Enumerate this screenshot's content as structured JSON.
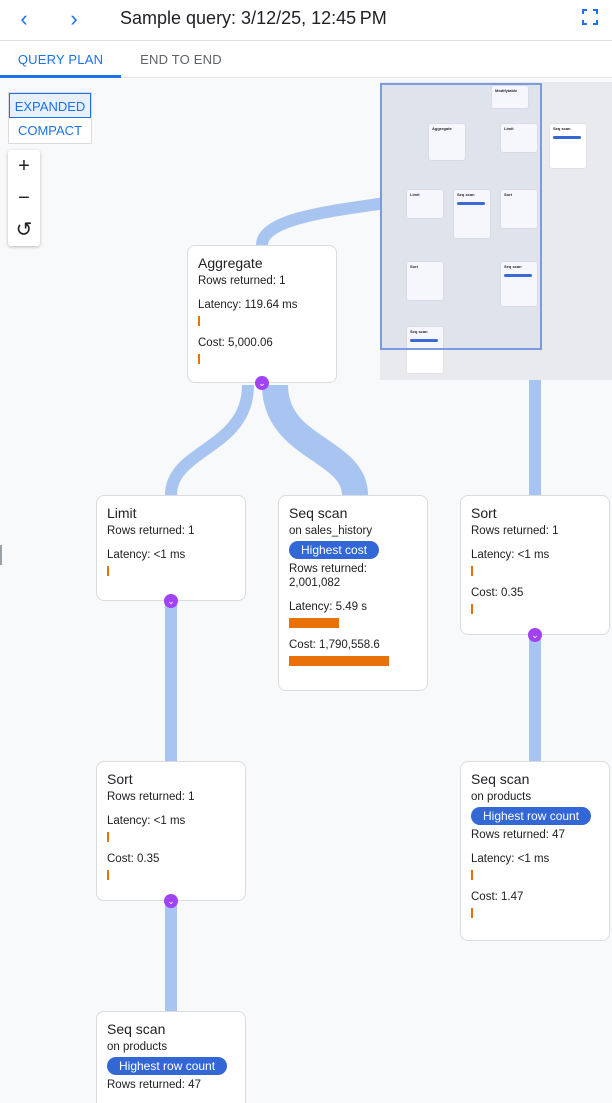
{
  "header": {
    "back_icon": "chevron-left-icon",
    "forward_icon": "chevron-right-icon",
    "title": "Sample query: 3/12/25, 12:45 PM",
    "fullscreen_icon": "fullscreen-icon"
  },
  "tabs": [
    {
      "label": "QUERY PLAN",
      "active": true
    },
    {
      "label": "END TO END",
      "active": false
    }
  ],
  "view_toggle": {
    "expanded": "EXPANDED",
    "compact": "COMPACT",
    "selected": "EXPANDED"
  },
  "zoom_controls": {
    "zoom_in": "+",
    "zoom_out": "−",
    "reset": "↺"
  },
  "colors": {
    "accent": "#1a73e8",
    "badge": "#3367d6",
    "bar": "#e8710a",
    "edge": "#a8c4f0",
    "chevron": "#a142f4"
  },
  "nodes": [
    {
      "id": "aggregate",
      "title": "Aggregate",
      "rows": "Rows returned: 1",
      "latency": "Latency: 119.64 ms",
      "latency_frac": 0.01,
      "cost": "Cost: 5,000.06",
      "cost_frac": 0.01
    },
    {
      "id": "limit",
      "title": "Limit",
      "rows": "Rows returned: 1",
      "latency": "Latency: <1 ms",
      "latency_frac": 0.01
    },
    {
      "id": "seq-scan-sales-history",
      "title": "Seq scan",
      "on": "on sales_history",
      "badge": "Highest cost",
      "rows": "Rows returned: 2,001,082",
      "latency": "Latency: 5.49 s",
      "latency_frac": 0.5,
      "cost": "Cost: 1,790,558.6",
      "cost_frac": 1.0
    },
    {
      "id": "sort-right",
      "title": "Sort",
      "rows": "Rows returned: 1",
      "latency": "Latency: <1 ms",
      "latency_frac": 0.01,
      "cost": "Cost: 0.35",
      "cost_frac": 0.01
    },
    {
      "id": "sort-left",
      "title": "Sort",
      "rows": "Rows returned: 1",
      "latency": "Latency: <1 ms",
      "latency_frac": 0.01,
      "cost": "Cost: 0.35",
      "cost_frac": 0.01
    },
    {
      "id": "seq-scan-products-right",
      "title": "Seq scan",
      "on": "on products",
      "badge": "Highest row count",
      "rows": "Rows returned: 47",
      "latency": "Latency: <1 ms",
      "latency_frac": 0.01,
      "cost": "Cost: 1.47",
      "cost_frac": 0.01
    },
    {
      "id": "seq-scan-products-bottom",
      "title": "Seq scan",
      "on": "on products",
      "badge": "Highest row count",
      "rows": "Rows returned: 47"
    }
  ],
  "minimap": {
    "nodes": [
      "Modifytable",
      "Aggregate",
      "Limit",
      "Seq scan",
      "Limit",
      "Seq scan",
      "Sort",
      "Sort",
      "Seq scan",
      "Seq scan"
    ]
  }
}
